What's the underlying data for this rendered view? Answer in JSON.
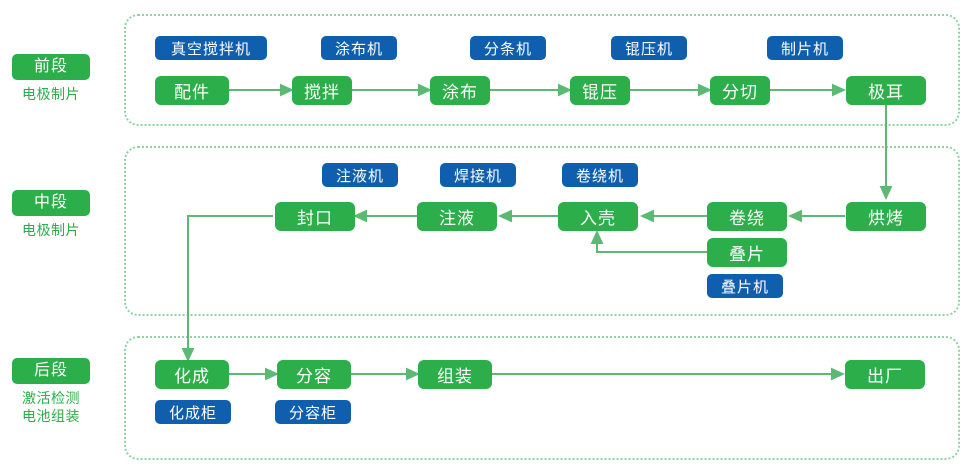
{
  "sections": [
    {
      "id": "front",
      "badge": "前段",
      "sub": "电极制片",
      "sub2": ""
    },
    {
      "id": "middle",
      "badge": "中段",
      "sub": "电极制片",
      "sub2": ""
    },
    {
      "id": "back",
      "badge": "后段",
      "sub": "激活检测",
      "sub2": "电池组装"
    }
  ],
  "front_row": {
    "nodes": [
      {
        "label": "配件"
      },
      {
        "label": "搅拌"
      },
      {
        "label": "涂布"
      },
      {
        "label": "锟压"
      },
      {
        "label": "分切"
      },
      {
        "label": "极耳"
      }
    ],
    "tags": [
      {
        "label": "真空搅拌机"
      },
      {
        "label": "涂布机"
      },
      {
        "label": "分条机"
      },
      {
        "label": "锟压机"
      },
      {
        "label": "制片机"
      }
    ]
  },
  "middle_row": {
    "nodes": [
      {
        "label": "封口"
      },
      {
        "label": "注液"
      },
      {
        "label": "入壳"
      },
      {
        "label": "卷绕"
      },
      {
        "label": "烘烤"
      },
      {
        "label": "叠片"
      }
    ],
    "tags": [
      {
        "label": "注液机"
      },
      {
        "label": "焊接机"
      },
      {
        "label": "卷绕机"
      },
      {
        "label": "叠片机"
      }
    ]
  },
  "back_row": {
    "nodes": [
      {
        "label": "化成"
      },
      {
        "label": "分容"
      },
      {
        "label": "组装"
      },
      {
        "label": "出厂"
      }
    ],
    "tags": [
      {
        "label": "化成柜"
      },
      {
        "label": "分容柜"
      }
    ]
  },
  "colors": {
    "green": "#2cae4a",
    "blue": "#0f5fae",
    "frame": "#8fd3a3",
    "wire": "#5cb974"
  }
}
